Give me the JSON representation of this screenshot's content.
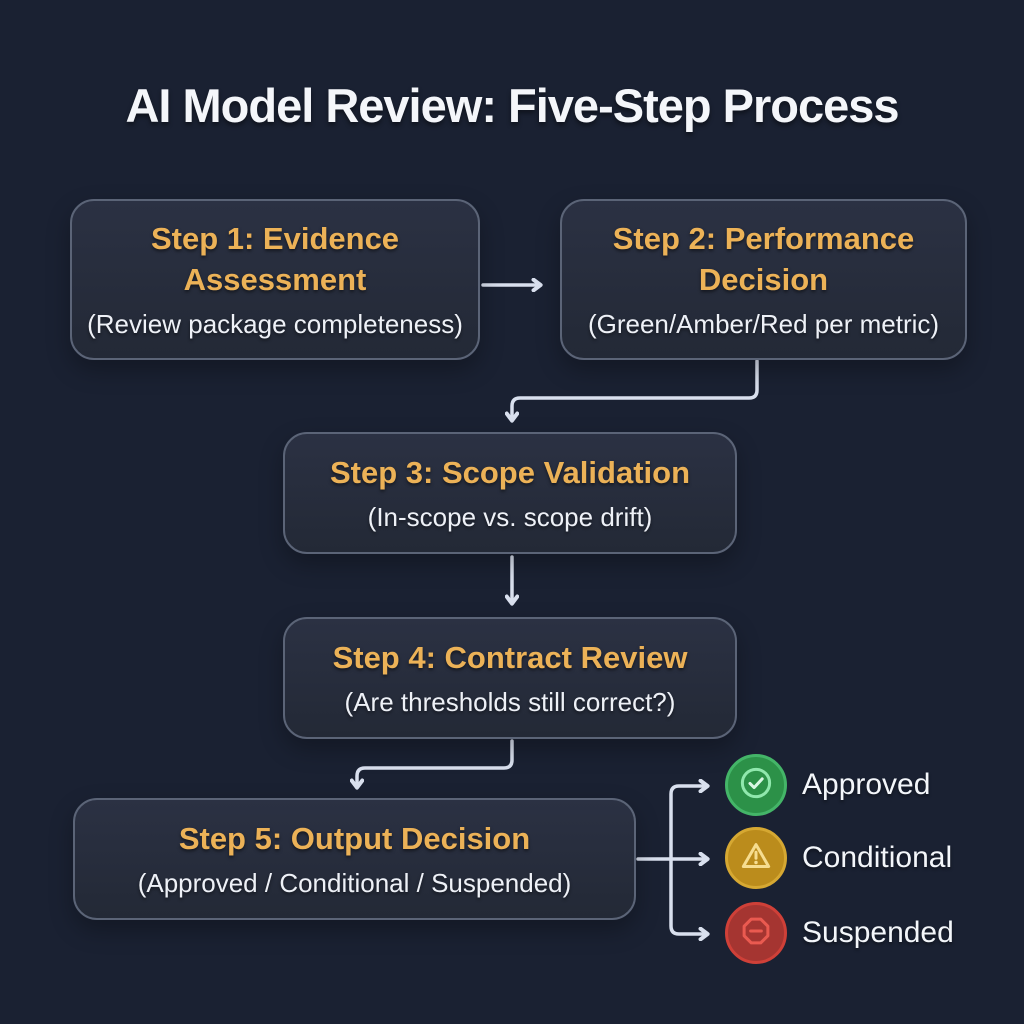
{
  "title": "AI Model Review: Five-Step Process",
  "steps": [
    {
      "heading": "Step 1: Evidence Assessment",
      "subtext": "(Review package completeness)"
    },
    {
      "heading": "Step 2: Performance Decision",
      "subtext": "(Green/Amber/Red per metric)"
    },
    {
      "heading": "Step 3: Scope Validation",
      "subtext": "(In-scope vs. scope drift)"
    },
    {
      "heading": "Step 4: Contract Review",
      "subtext": "(Are thresholds still correct?)"
    },
    {
      "heading": "Step 5: Output Decision",
      "subtext": "(Approved / Conditional / Suspended)"
    }
  ],
  "outcomes": [
    {
      "label": "Approved",
      "icon": "check-circle-icon",
      "color": "#2c9148"
    },
    {
      "label": "Conditional",
      "icon": "warning-triangle-icon",
      "color": "#bb8c1c"
    },
    {
      "label": "Suspended",
      "icon": "stop-octagon-icon",
      "color": "#a53531"
    }
  ],
  "colors": {
    "background": "#1a2132",
    "box_fill": "#272d3e",
    "box_border": "#5b6477",
    "heading_accent": "#ecb257",
    "body_text": "#eef1f7",
    "connector": "#d9e0ee",
    "approved_green": "#2c9148",
    "conditional_amber": "#bb8c1c",
    "suspended_red": "#a53531"
  }
}
